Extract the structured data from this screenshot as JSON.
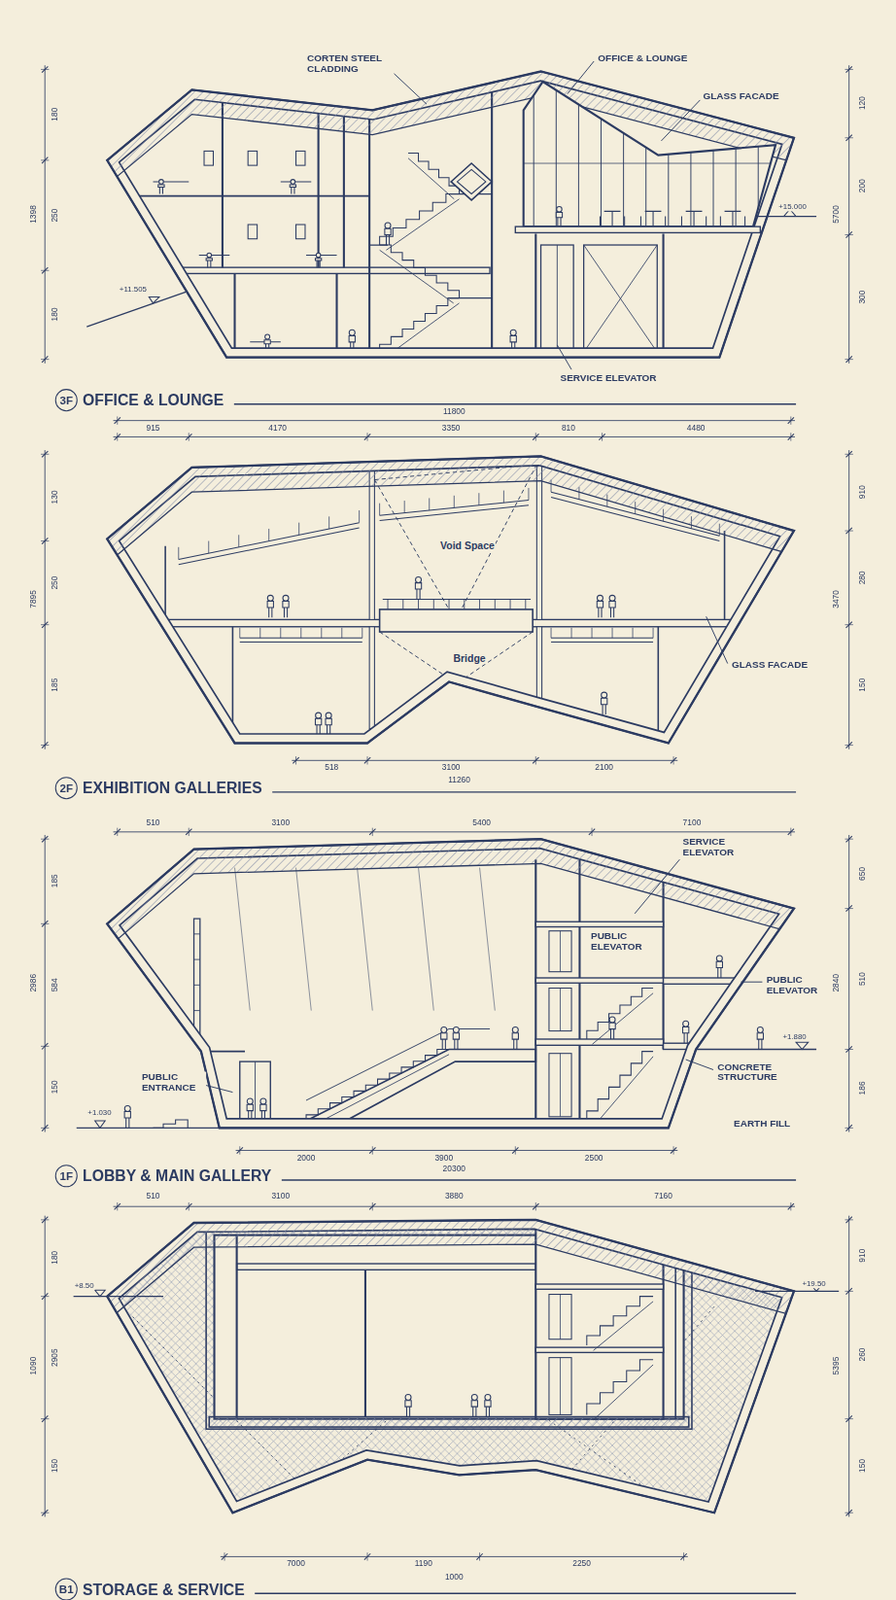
{
  "diagram": {
    "nodes": [
      {
        "text": [
          "3F",
          "OFFICE & LOUNGE"
        ]
      },
      {
        "text": [
          "2F",
          "EXHIBITION GALLERIES"
        ]
      },
      {
        "text": [
          "1F",
          "LOBBY & MAIN GALLERY"
        ]
      },
      {
        "text": [
          "B1",
          "STORAGE & SERVICE"
        ]
      }
    ],
    "labels": [
      "CORTEN STEEL CLADDING",
      "OFFICE & LOUNGE",
      "GLASS FACADE",
      "+15.000",
      "+11.505",
      "SERVICE ELEVATOR",
      "180",
      "250",
      "180",
      "1398",
      "120",
      "200",
      "300",
      "5700",
      "11800",
      "915",
      "4170",
      "3350",
      "810",
      "4480",
      "130",
      "250",
      "185",
      "7895",
      "910",
      "280",
      "150",
      "3470",
      "Void Space",
      "Bridge",
      "GLASS FACADE",
      "518",
      "3100",
      "2100",
      "11260",
      "510",
      "3100",
      "5400",
      "7100",
      "SERVICE ELEVATOR",
      "PUBLIC ELEVATOR",
      "PUBLIC ELEVATOR",
      "PUBLIC ENTRANCE",
      "CONCRETE STRUCTURE",
      "EARTH FILL",
      "+1.030",
      "+1.880",
      "185",
      "584",
      "150",
      "2986",
      "650",
      "510",
      "186",
      "2840",
      "2000",
      "3900",
      "2500",
      "20300",
      "510",
      "3100",
      "3880",
      "7160",
      "180",
      "2905",
      "150",
      "1090",
      "910",
      "260",
      "150",
      "5395",
      "+8.50",
      "+19.50",
      "7000",
      "1190",
      "2250",
      "1000"
    ]
  }
}
